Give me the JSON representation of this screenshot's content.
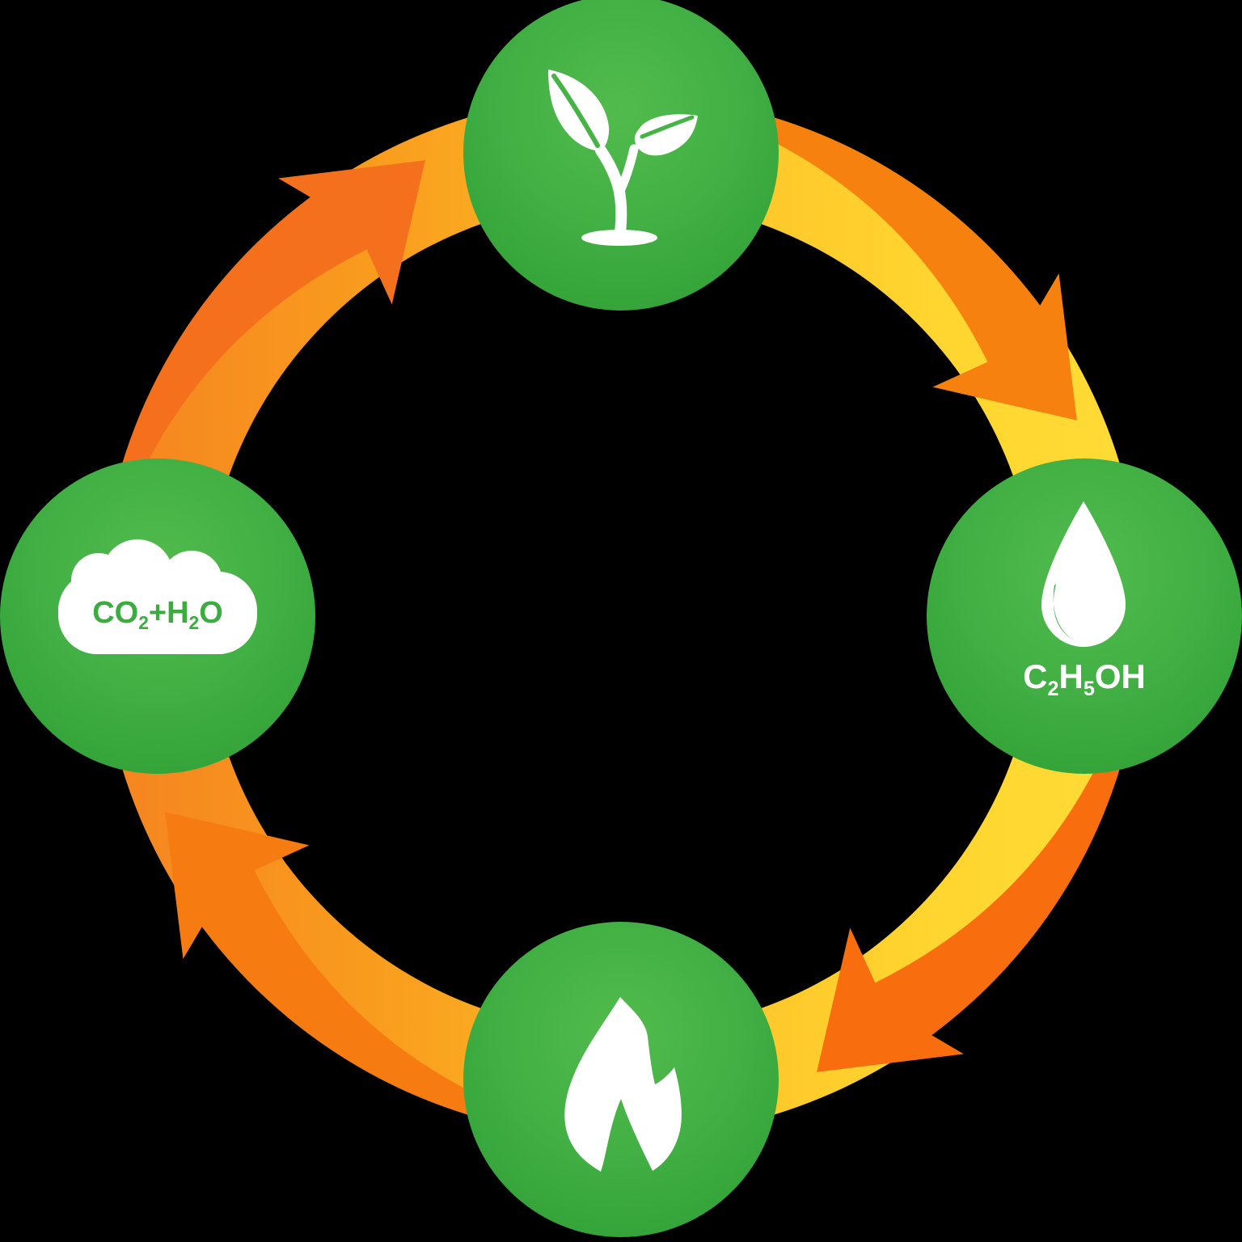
{
  "palette": {
    "background": "#000000",
    "node_green_center": "#52BB4D",
    "node_green_mid": "#42B044",
    "node_green_edge": "#2C9C32",
    "icon_white": "#FFFFFF",
    "leaf_vein_green": "#46B345",
    "droplet_highlight_green": "#3DAD41",
    "cloud_text_green": "#3CAB40",
    "ethanol_text_white": "#FFFFFF",
    "band_gradient_stops": [
      "#F58320",
      "#F99E1E",
      "#FEC228",
      "#FFD52F",
      "#FFDC36"
    ],
    "quadrant_orange": {
      "nw": "#F4701D",
      "ne": "#F6810F",
      "se": "#F86D0D",
      "sw": "#F67B10"
    }
  },
  "cycle": {
    "direction": "clockwise",
    "arrow_count": 4,
    "nodes": [
      {
        "id": "plant",
        "position": "top",
        "icon": "seedling-icon",
        "formula": []
      },
      {
        "id": "ethanol",
        "position": "right",
        "icon": "water-drop-icon",
        "formula": [
          {
            "t": "C"
          },
          {
            "t": "2",
            "sub": true
          },
          {
            "t": "H"
          },
          {
            "t": "5",
            "sub": true
          },
          {
            "t": "OH"
          }
        ]
      },
      {
        "id": "combustion",
        "position": "bottom",
        "icon": "flame-icon",
        "formula": []
      },
      {
        "id": "emissions",
        "position": "left",
        "icon": "cloud-icon",
        "formula": [
          {
            "t": "CO"
          },
          {
            "t": "2",
            "sub": true
          },
          {
            "t": "+H"
          },
          {
            "t": "2",
            "sub": true
          },
          {
            "t": "O"
          }
        ]
      }
    ]
  }
}
